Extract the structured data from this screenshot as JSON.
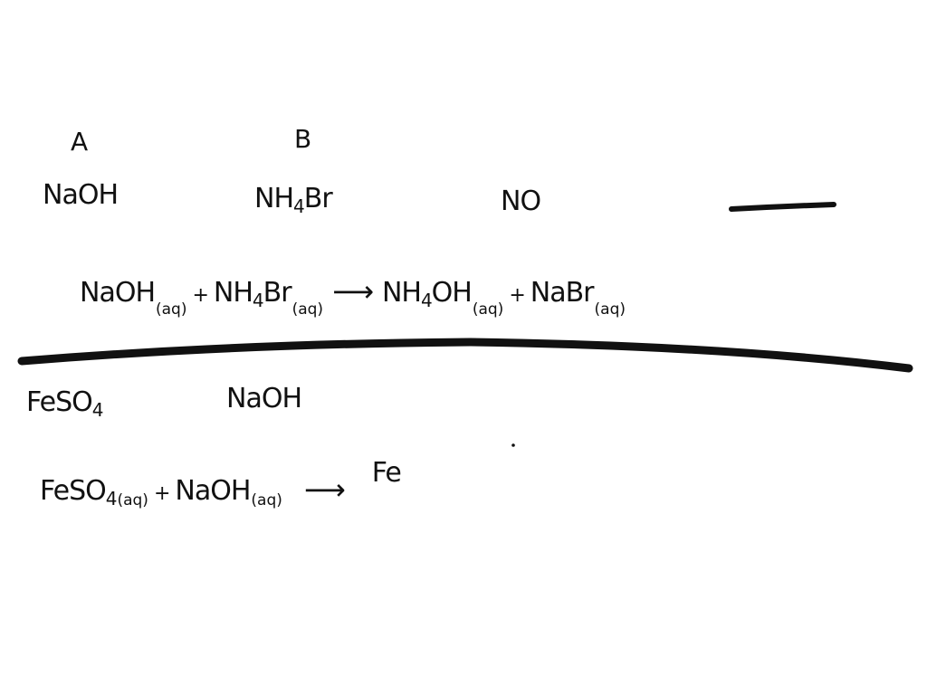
{
  "section1": {
    "label_a": "A",
    "label_b": "B",
    "compound_a": {
      "main": "NaOH"
    },
    "compound_b": {
      "main": "NH",
      "sub": "4",
      "rest": "Br"
    },
    "compound_c": {
      "main": "NO"
    },
    "equation": {
      "r1": "NaOH",
      "r1_state": "(aq)",
      "plus1": "+",
      "r2_main": "NH",
      "r2_sub": "4",
      "r2_rest": "Br",
      "r2_state": "(aq)",
      "arrow": "⟶",
      "p1_main": "NH",
      "p1_sub": "4",
      "p1_rest": "OH",
      "p1_state": "(aq)",
      "plus2": "+",
      "p2": "NaBr",
      "p2_state": "(aq)"
    }
  },
  "section2": {
    "compound_a": {
      "main": "FeSO",
      "sub": "4"
    },
    "compound_b": {
      "main": "NaOH"
    },
    "equation": {
      "r1_main": "FeSO",
      "r1_sub": "4",
      "r1_state": "(aq)",
      "plus1": "+",
      "r2": "NaOH",
      "r2_state": "(aq)",
      "arrow": "⟶",
      "product": "Fe"
    }
  },
  "colors": {
    "ink": "#111111",
    "paper": "#ffffff"
  }
}
